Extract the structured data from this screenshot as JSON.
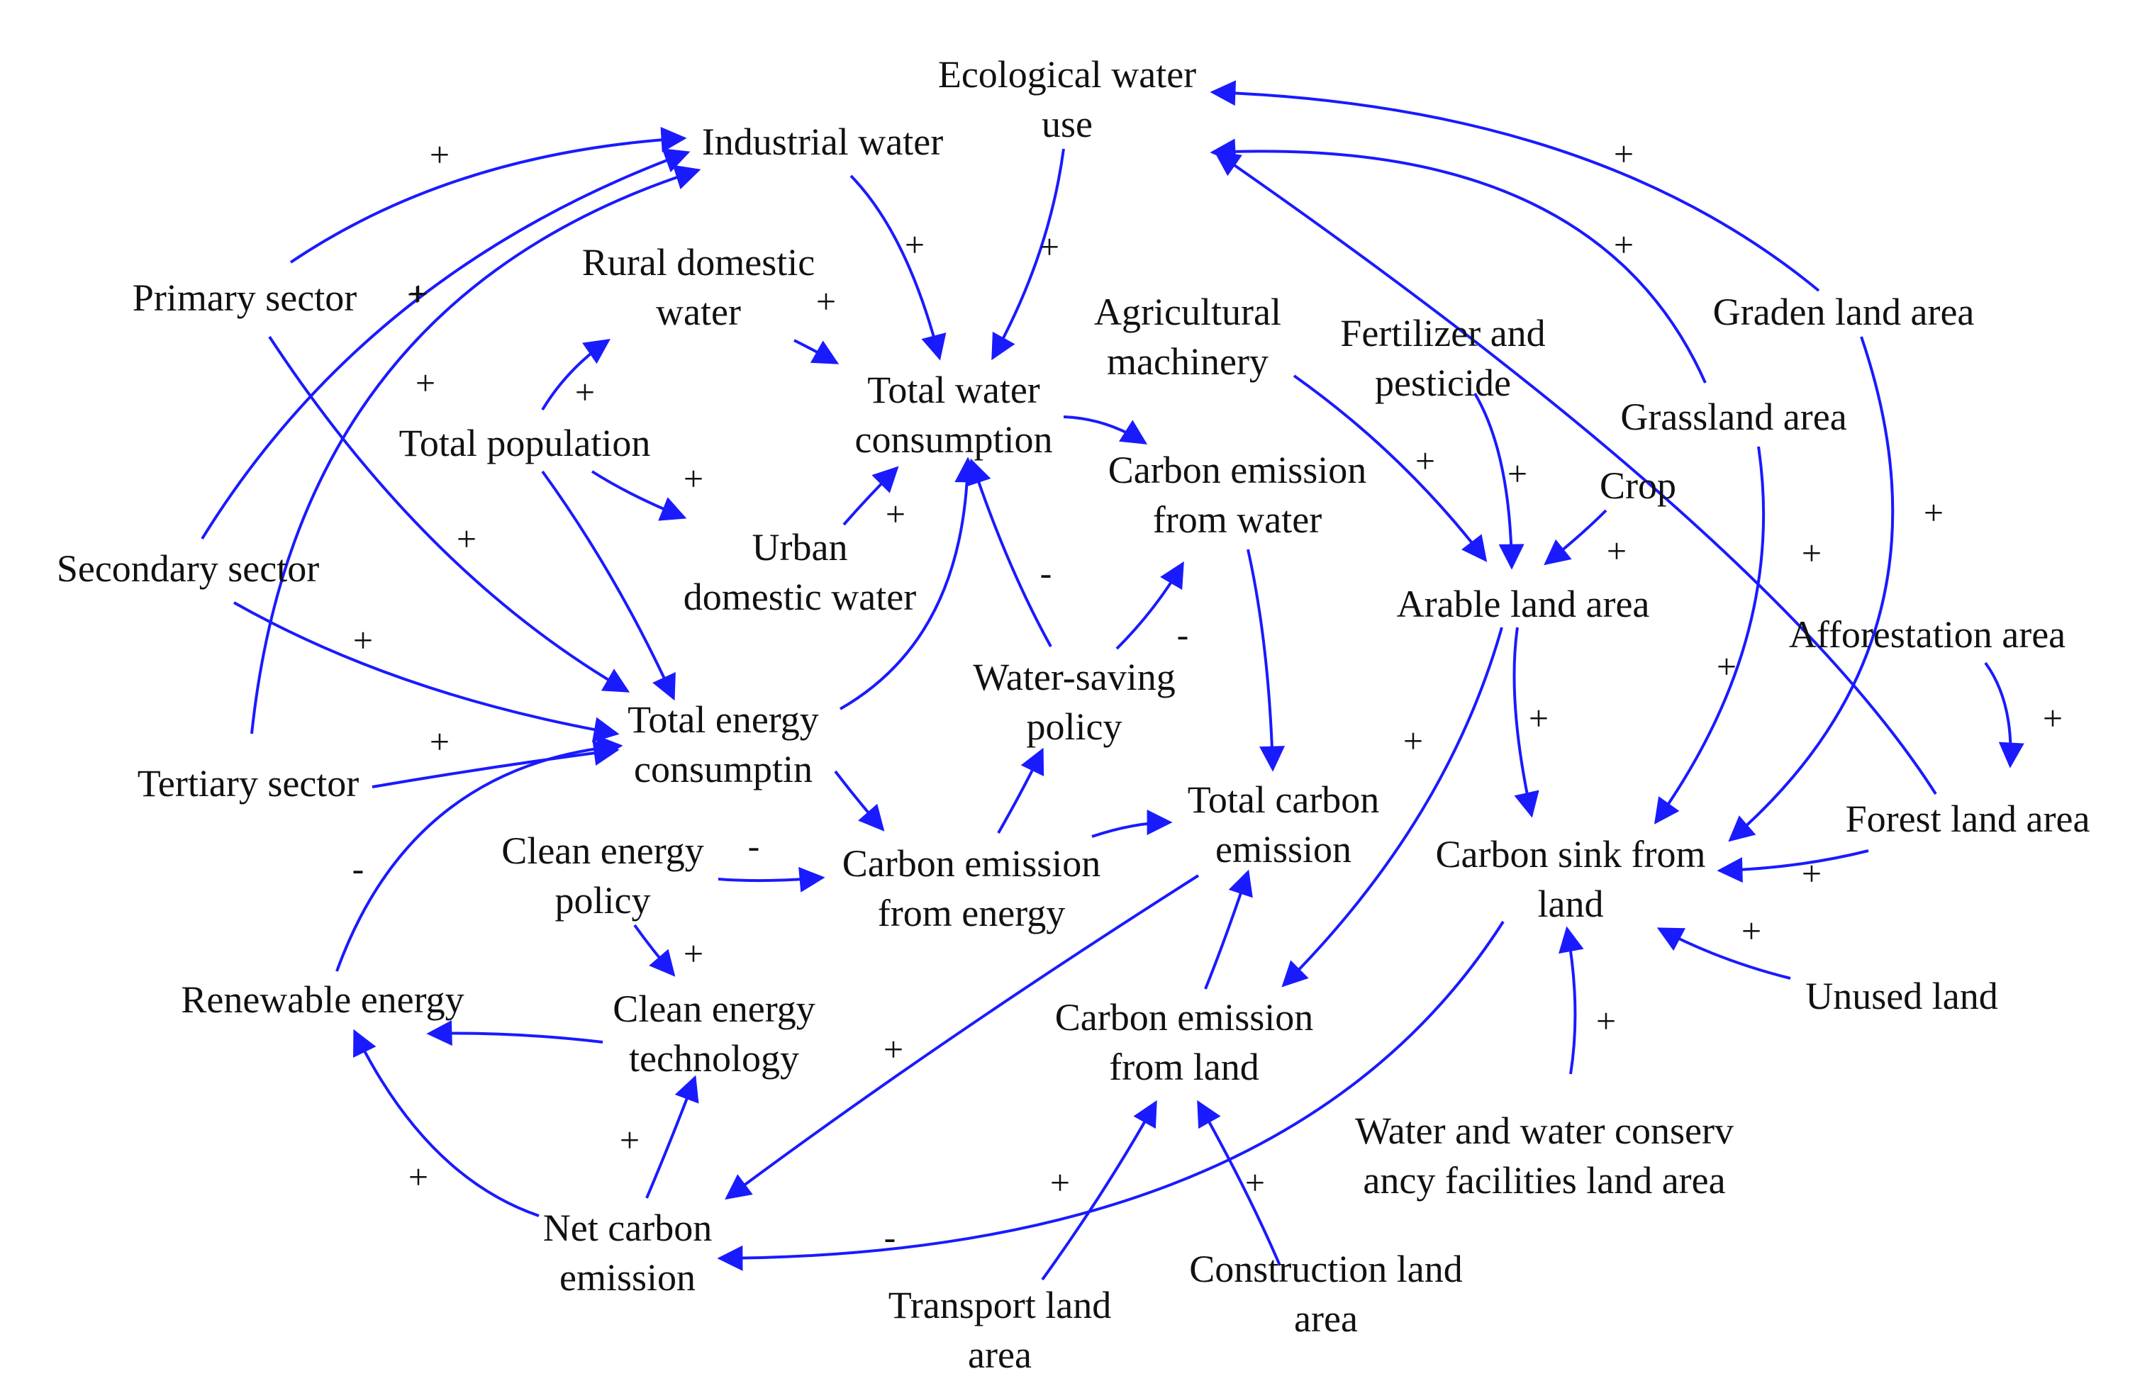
{
  "colors": {
    "arrow": "#1a1aff",
    "text": "#111111",
    "background": "#ffffff"
  },
  "nodes": {
    "ecological_water_use": [
      "Ecological water",
      "use"
    ],
    "industrial_water": [
      "Industrial water"
    ],
    "rural_domestic_water": [
      "Rural domestic",
      "water"
    ],
    "primary_sector": [
      "Primary sector"
    ],
    "agricultural_machinery": [
      "Agricultural",
      "machinery"
    ],
    "fertilizer_and_pesticide": [
      "Fertilizer and",
      "pesticide"
    ],
    "graden_land_area": [
      "Graden land area"
    ],
    "total_water_consumption": [
      "Total water",
      "consumption"
    ],
    "grassland_area": [
      "Grassland area"
    ],
    "total_population": [
      "Total population"
    ],
    "carbon_emission_from_water": [
      "Carbon emission",
      "from water"
    ],
    "crop": [
      "Crop"
    ],
    "secondary_sector": [
      "Secondary sector"
    ],
    "urban_domestic_water": [
      "Urban",
      "domestic water"
    ],
    "arable_land_area": [
      "Arable land area"
    ],
    "afforestation_area": [
      "Afforestation area"
    ],
    "water_saving_policy": [
      "Water-saving",
      "policy"
    ],
    "total_energy_consumption": [
      "Total energy",
      "consumptin"
    ],
    "tertiary_sector": [
      "Tertiary sector"
    ],
    "total_carbon_emission": [
      "Total carbon",
      "emission"
    ],
    "forest_land_area": [
      "Forest land area"
    ],
    "clean_energy_policy": [
      "Clean energy",
      "policy"
    ],
    "carbon_emission_from_energy": [
      "Carbon emission",
      "from energy"
    ],
    "carbon_sink_from_land": [
      "Carbon sink from",
      "land"
    ],
    "renewable_energy": [
      "Renewable energy"
    ],
    "clean_energy_technology": [
      "Clean energy",
      "technology"
    ],
    "unused_land": [
      "Unused land"
    ],
    "carbon_emission_from_land": [
      "Carbon emission",
      "from land"
    ],
    "water_conservancy_land_area": [
      "Water and water conserv",
      "ancy facilities land area"
    ],
    "net_carbon_emission": [
      "Net carbon",
      "emission"
    ],
    "construction_land_area": [
      "Construction land",
      "area"
    ],
    "transport_land_area": [
      "Transport land",
      "area"
    ]
  },
  "links": [
    {
      "from": "primary_sector",
      "to": "industrial_water",
      "polarity": "+"
    },
    {
      "from": "secondary_sector",
      "to": "industrial_water",
      "polarity": "+"
    },
    {
      "from": "tertiary_sector",
      "to": "industrial_water",
      "polarity": "+"
    },
    {
      "from": "industrial_water",
      "to": "total_water_consumption",
      "polarity": "+"
    },
    {
      "from": "ecological_water_use",
      "to": "total_water_consumption",
      "polarity": "+"
    },
    {
      "from": "rural_domestic_water",
      "to": "total_water_consumption",
      "polarity": "+"
    },
    {
      "from": "total_population",
      "to": "rural_domestic_water",
      "polarity": "+"
    },
    {
      "from": "total_population",
      "to": "urban_domestic_water",
      "polarity": "+"
    },
    {
      "from": "total_population",
      "to": "total_energy_consumption",
      "polarity": "+"
    },
    {
      "from": "urban_domestic_water",
      "to": "total_water_consumption",
      "polarity": "+"
    },
    {
      "from": "primary_sector",
      "to": "total_energy_consumption",
      "polarity": "+"
    },
    {
      "from": "secondary_sector",
      "to": "total_energy_consumption",
      "polarity": "+"
    },
    {
      "from": "tertiary_sector",
      "to": "total_energy_consumption",
      "polarity": "+"
    },
    {
      "from": "total_energy_consumption",
      "to": "total_water_consumption",
      "polarity": ""
    },
    {
      "from": "water_saving_policy",
      "to": "total_water_consumption",
      "polarity": "-"
    },
    {
      "from": "water_saving_policy",
      "to": "carbon_emission_from_water",
      "polarity": "-"
    },
    {
      "from": "total_water_consumption",
      "to": "carbon_emission_from_water",
      "polarity": ""
    },
    {
      "from": "carbon_emission_from_water",
      "to": "total_carbon_emission",
      "polarity": ""
    },
    {
      "from": "total_energy_consumption",
      "to": "carbon_emission_from_energy",
      "polarity": ""
    },
    {
      "from": "carbon_emission_from_energy",
      "to": "water_saving_policy",
      "polarity": ""
    },
    {
      "from": "carbon_emission_from_energy",
      "to": "total_carbon_emission",
      "polarity": ""
    },
    {
      "from": "clean_energy_policy",
      "to": "carbon_emission_from_energy",
      "polarity": "-"
    },
    {
      "from": "clean_energy_policy",
      "to": "clean_energy_technology",
      "polarity": "+"
    },
    {
      "from": "clean_energy_technology",
      "to": "renewable_energy",
      "polarity": ""
    },
    {
      "from": "renewable_energy",
      "to": "total_energy_consumption",
      "polarity": "-"
    },
    {
      "from": "net_carbon_emission",
      "to": "renewable_energy",
      "polarity": "+"
    },
    {
      "from": "net_carbon_emission",
      "to": "clean_energy_technology",
      "polarity": "+"
    },
    {
      "from": "total_carbon_emission",
      "to": "net_carbon_emission",
      "polarity": "+"
    },
    {
      "from": "carbon_emission_from_land",
      "to": "total_carbon_emission",
      "polarity": ""
    },
    {
      "from": "transport_land_area",
      "to": "carbon_emission_from_land",
      "polarity": "+"
    },
    {
      "from": "construction_land_area",
      "to": "carbon_emission_from_land",
      "polarity": "+"
    },
    {
      "from": "arable_land_area",
      "to": "carbon_emission_from_land",
      "polarity": "+"
    },
    {
      "from": "agricultural_machinery",
      "to": "arable_land_area",
      "polarity": "+"
    },
    {
      "from": "fertilizer_and_pesticide",
      "to": "arable_land_area",
      "polarity": "+"
    },
    {
      "from": "crop",
      "to": "arable_land_area",
      "polarity": "+"
    },
    {
      "from": "arable_land_area",
      "to": "carbon_sink_from_land",
      "polarity": "+"
    },
    {
      "from": "graden_land_area",
      "to": "ecological_water_use",
      "polarity": "+"
    },
    {
      "from": "grassland_area",
      "to": "ecological_water_use",
      "polarity": "+"
    },
    {
      "from": "forest_land_area",
      "to": "ecological_water_use",
      "polarity": "+"
    },
    {
      "from": "graden_land_area",
      "to": "carbon_sink_from_land",
      "polarity": "+"
    },
    {
      "from": "grassland_area",
      "to": "carbon_sink_from_land",
      "polarity": "+"
    },
    {
      "from": "afforestation_area",
      "to": "forest_land_area",
      "polarity": "+"
    },
    {
      "from": "forest_land_area",
      "to": "carbon_sink_from_land",
      "polarity": "+"
    },
    {
      "from": "unused_land",
      "to": "carbon_sink_from_land",
      "polarity": "+"
    },
    {
      "from": "water_conservancy_land_area",
      "to": "carbon_sink_from_land",
      "polarity": "+"
    },
    {
      "from": "carbon_sink_from_land",
      "to": "net_carbon_emission",
      "polarity": "-"
    }
  ]
}
